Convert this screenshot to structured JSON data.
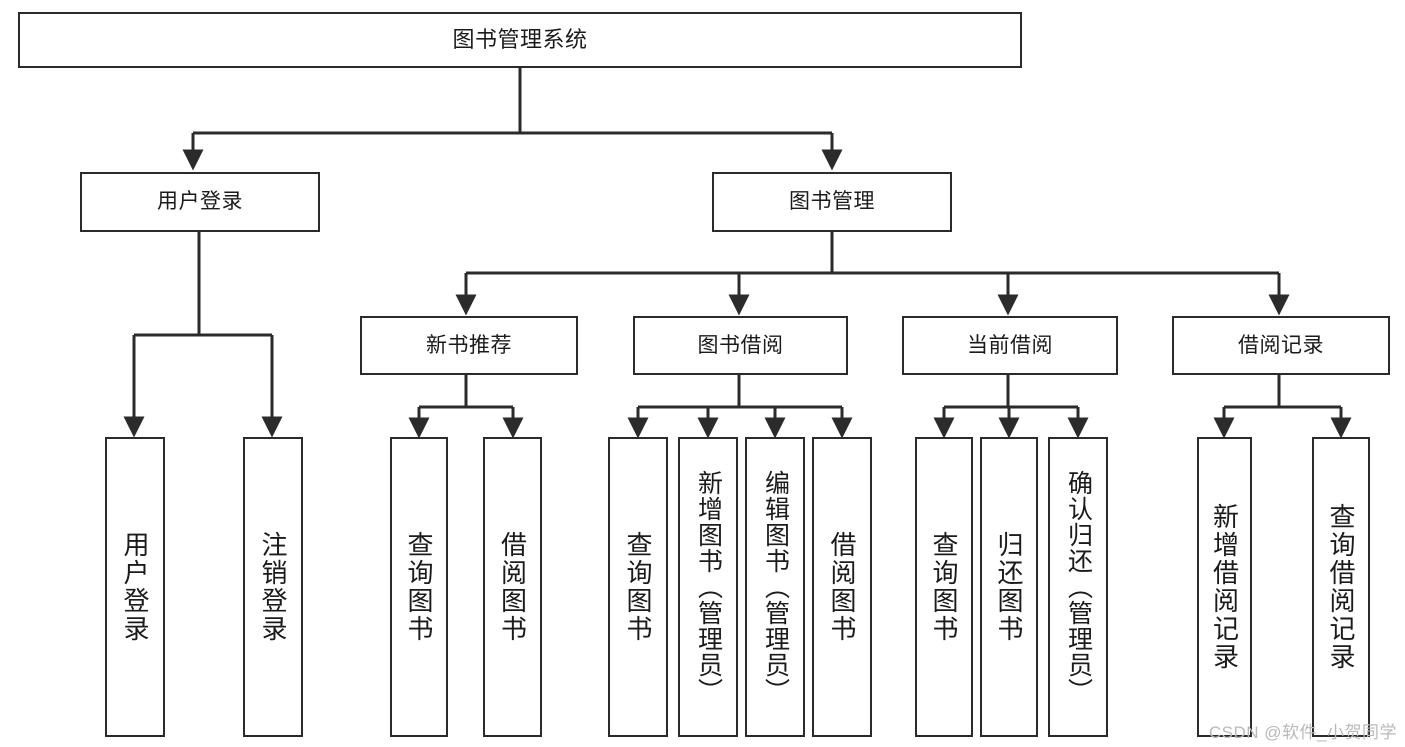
{
  "diagram": {
    "title": "图书管理系统",
    "type": "tree-hierarchy",
    "colors": {
      "box_border": "#2b2b2b",
      "box_fill": "#ffffff",
      "connector": "#2b2b2b",
      "text": "#1b1b1b",
      "watermark": "#b9b9b9"
    },
    "nodes": {
      "root": {
        "label": "图书管理系统"
      },
      "level1": [
        {
          "label": "用户登录"
        },
        {
          "label": "图书管理"
        }
      ],
      "level2": [
        {
          "label": "新书推荐"
        },
        {
          "label": "图书借阅"
        },
        {
          "label": "当前借阅"
        },
        {
          "label": "借阅记录"
        }
      ],
      "leaves_user_login": [
        {
          "label": "用户登录"
        },
        {
          "label": "注销登录"
        }
      ],
      "leaves_new_book": [
        {
          "label": "查询图书"
        },
        {
          "label": "借阅图书"
        }
      ],
      "leaves_borrow": [
        {
          "label": "查询图书"
        },
        {
          "label": "新增图书（管理员）"
        },
        {
          "label": "编辑图书（管理员）"
        },
        {
          "label": "借阅图书"
        }
      ],
      "leaves_current": [
        {
          "label": "查询图书"
        },
        {
          "label": "归还图书"
        },
        {
          "label": "确认归还（管理员）"
        }
      ],
      "leaves_records": [
        {
          "label": "新增借阅记录"
        },
        {
          "label": "查询借阅记录"
        }
      ]
    }
  },
  "watermark": {
    "text": "CSDN @软件_小贺同学"
  }
}
